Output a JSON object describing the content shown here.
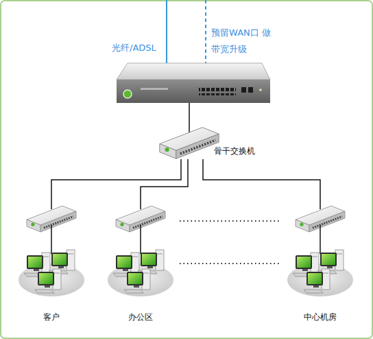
{
  "diagram": {
    "nodes": [
      {
        "text": [
          "骨干交换机"
        ]
      },
      {
        "text": [
          "客户"
        ]
      },
      {
        "text": [
          "办公区"
        ]
      },
      {
        "text": [
          "中心机房"
        ]
      }
    ],
    "edges": [
      {
        "from": 0,
        "to": 1,
        "arrow": "none"
      },
      {
        "from": 0,
        "to": 2,
        "arrow": "none"
      },
      {
        "from": 0,
        "to": 3,
        "arrow": "none"
      }
    ],
    "labels": [
      "光纤/ADSL",
      "预留WAN口 做带宽升级"
    ]
  }
}
